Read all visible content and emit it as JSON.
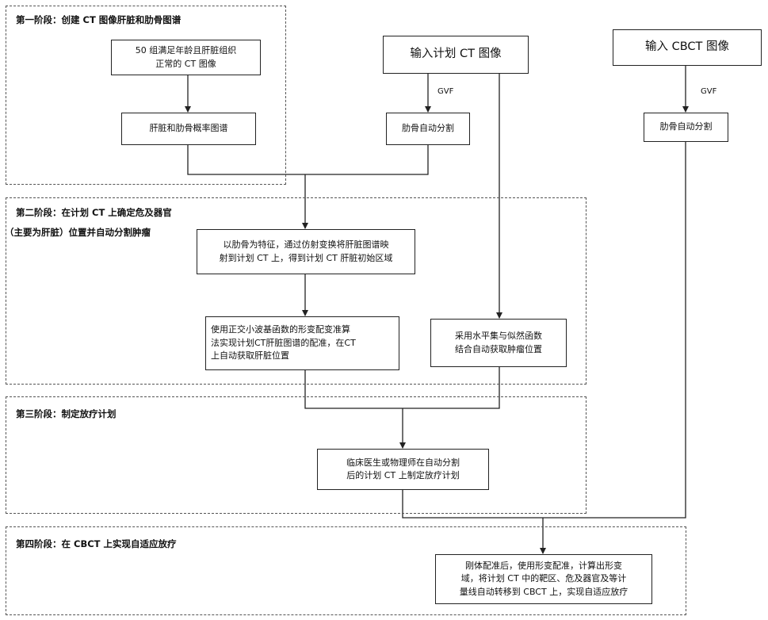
{
  "stages": {
    "s1": {
      "title": "第一阶段：创建 CT 图像肝脏和肋骨图谱"
    },
    "s2": {
      "title_line1": "第二阶段：在计划 CT 上确定危及器官",
      "title_line2": "（主要为肝脏）位置并自动分割肿瘤"
    },
    "s3": {
      "title": "第三阶段：制定放疗计划"
    },
    "s4": {
      "title": "第四阶段：在 CBCT 上实现自适应放疗"
    }
  },
  "boxes": {
    "ct50": {
      "line1": "50 组满足年龄且肝脏组织",
      "line2": "正常的 CT 图像"
    },
    "input_plan_ct": {
      "text": "输入计划 CT 图像"
    },
    "input_cbct": {
      "text": "输入 CBCT 图像"
    },
    "prob_atlas": {
      "text": "肝脏和肋骨概率图谱"
    },
    "rib_seg_ct": {
      "text": "肋骨自动分割"
    },
    "rib_seg_cbct": {
      "text": "肋骨自动分割"
    },
    "affine": {
      "line1": "以肋骨为特征，通过仿射变换将肝脏图谱映",
      "line2": "射到计划 CT 上，得到计划 CT 肝脏初始区域"
    },
    "wavelet": {
      "line1": "使用正交小波基函数的形变配变准算",
      "line2": "法实现计划CT肝脏图谱的配准，在CT",
      "line3": "上自动获取肝脏位置"
    },
    "levelset": {
      "line1": "采用水平集与似然函数",
      "line2": "结合自动获取肿瘤位置"
    },
    "plan": {
      "line1": "临床医生或物理师在自动分割",
      "line2": "后的计划 CT 上制定放疗计划"
    },
    "final": {
      "line1": "刚体配准后，使用形变配准，计算出形变",
      "line2": "域，将计划 CT 中的靶区、危及器官及等计",
      "line3": "量线自动转移到 CBCT 上，实现自适应放疗"
    }
  },
  "labels": {
    "gvf_ct": "GVF",
    "gvf_cbct": "GVF"
  }
}
